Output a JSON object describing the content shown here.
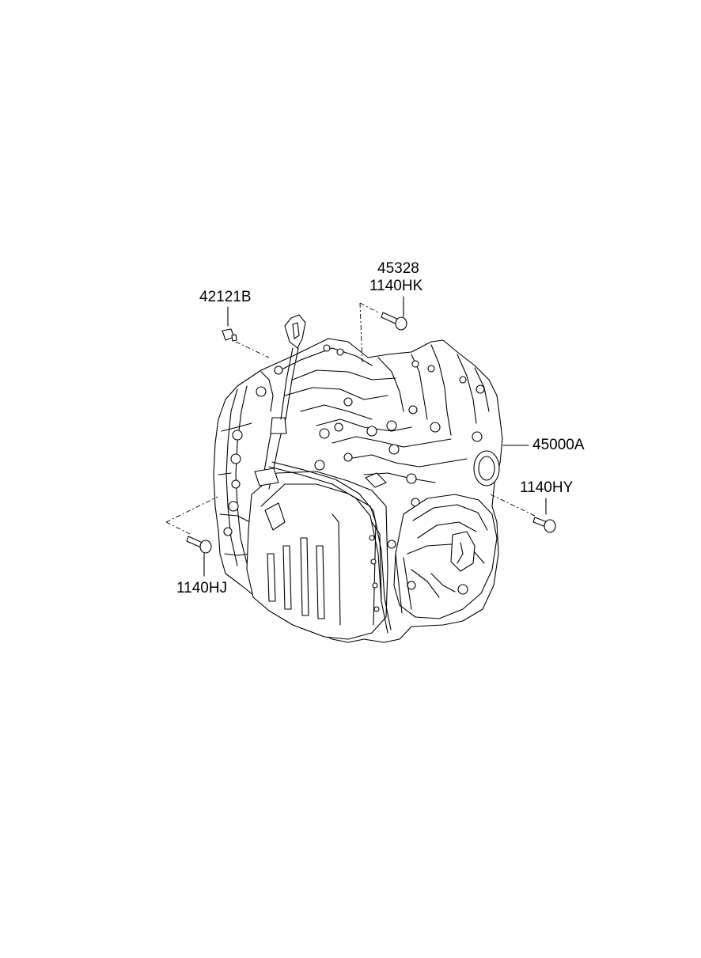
{
  "callouts": {
    "part_45328": "45328",
    "part_1140hk": "1140HK",
    "part_42121b": "42121B",
    "part_45000a": "45000A",
    "part_1140hy": "1140HY",
    "part_1140hj": "1140HJ"
  }
}
